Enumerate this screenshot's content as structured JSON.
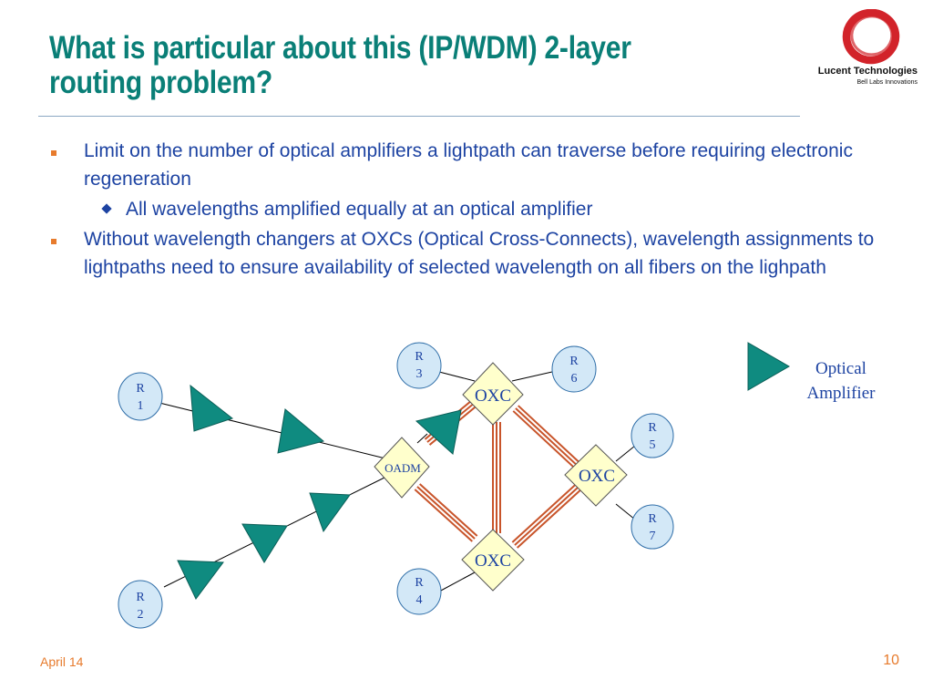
{
  "slide": {
    "title_line1": "What is particular about this (IP/WDM) 2-layer",
    "title_line2": "routing problem?",
    "bullets": [
      {
        "text": "Limit on the number of optical amplifiers a lightpath can traverse before requiring electronic regeneration",
        "sub": "All wavelengths amplified equally at an optical amplifier"
      },
      {
        "text": "Without wavelength changers at OXCs (Optical Cross-Connects), wavelength assignments to lightpaths need to ensure availability of selected wavelength on all fibers on the lighpath"
      }
    ],
    "logo": {
      "name": "Lucent Technologies",
      "tagline": "Bell Labs Innovations",
      "color": "#d2232a"
    },
    "footer": {
      "date": "April 14",
      "page": "10"
    }
  },
  "diagram": {
    "routers": [
      {
        "id": "R1",
        "line1": "R",
        "line2": "1"
      },
      {
        "id": "R2",
        "line1": "R",
        "line2": "2"
      },
      {
        "id": "R3",
        "line1": "R",
        "line2": "3"
      },
      {
        "id": "R4",
        "line1": "R",
        "line2": "4"
      },
      {
        "id": "R5",
        "line1": "R",
        "line2": "5"
      },
      {
        "id": "R6",
        "line1": "R",
        "line2": "6"
      },
      {
        "id": "R7",
        "line1": "R",
        "line2": "7"
      }
    ],
    "nodes": {
      "oadm": "OADM",
      "oxc_top": "OXC",
      "oxc_right": "OXC",
      "oxc_bottom": "OXC"
    },
    "legend": {
      "line1": "Optical",
      "line2": "Amplifier"
    },
    "colors": {
      "router_fill": "#d3e8f7",
      "router_stroke": "#2f6ea8",
      "node_fill": "#ffffcc",
      "fiber": "#c8542a",
      "amplifier": "#0f8b80",
      "text": "#1d43a2"
    }
  }
}
